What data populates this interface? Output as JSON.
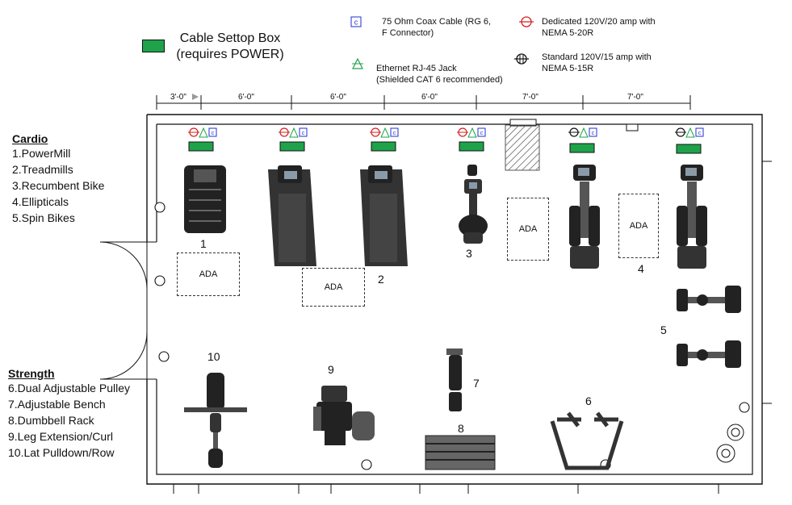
{
  "legend": {
    "cable_box_label_1": "Cable Settop Box",
    "cable_box_label_2": "(requires POWER)",
    "coax_1": "75 Ohm Coax Cable (RG 6,",
    "coax_2": "F Connector)",
    "dedicated_1": "Dedicated 120V/20 amp with",
    "dedicated_2": "NEMA 5-20R",
    "ethernet_1": "Ethernet RJ-45 Jack",
    "ethernet_2": "(Shielded CAT 6 recommended)",
    "standard_1": "Standard 120V/15 amp with",
    "standard_2": "NEMA 5-15R",
    "colors": {
      "cable_box": "#1ea34a",
      "coax": "#1f2fd0",
      "dedicated": "#d52020",
      "ethernet": "#1ea34a",
      "standard": "#111111"
    }
  },
  "dimensions": [
    "3'-0\"",
    "6'-0\"",
    "6'-0\"",
    "6'-0\"",
    "7'-0\"",
    "7'-0\""
  ],
  "cardio": {
    "heading": "Cardio",
    "items": [
      "1.PowerMill",
      "2.Treadmills",
      "3.Recumbent Bike",
      "4.Ellipticals",
      "5.Spin Bikes"
    ]
  },
  "strength": {
    "heading": "Strength",
    "items": [
      "6.Dual Adjustable Pulley",
      "7.Adjustable Bench",
      "8.Dumbbell Rack",
      "9.Leg Extension/Curl",
      "10.Lat Pulldown/Row"
    ]
  },
  "ada_label": "ADA",
  "equipment_numbers": [
    "1",
    "2",
    "3",
    "4",
    "5",
    "6",
    "7",
    "8",
    "9",
    "10"
  ]
}
